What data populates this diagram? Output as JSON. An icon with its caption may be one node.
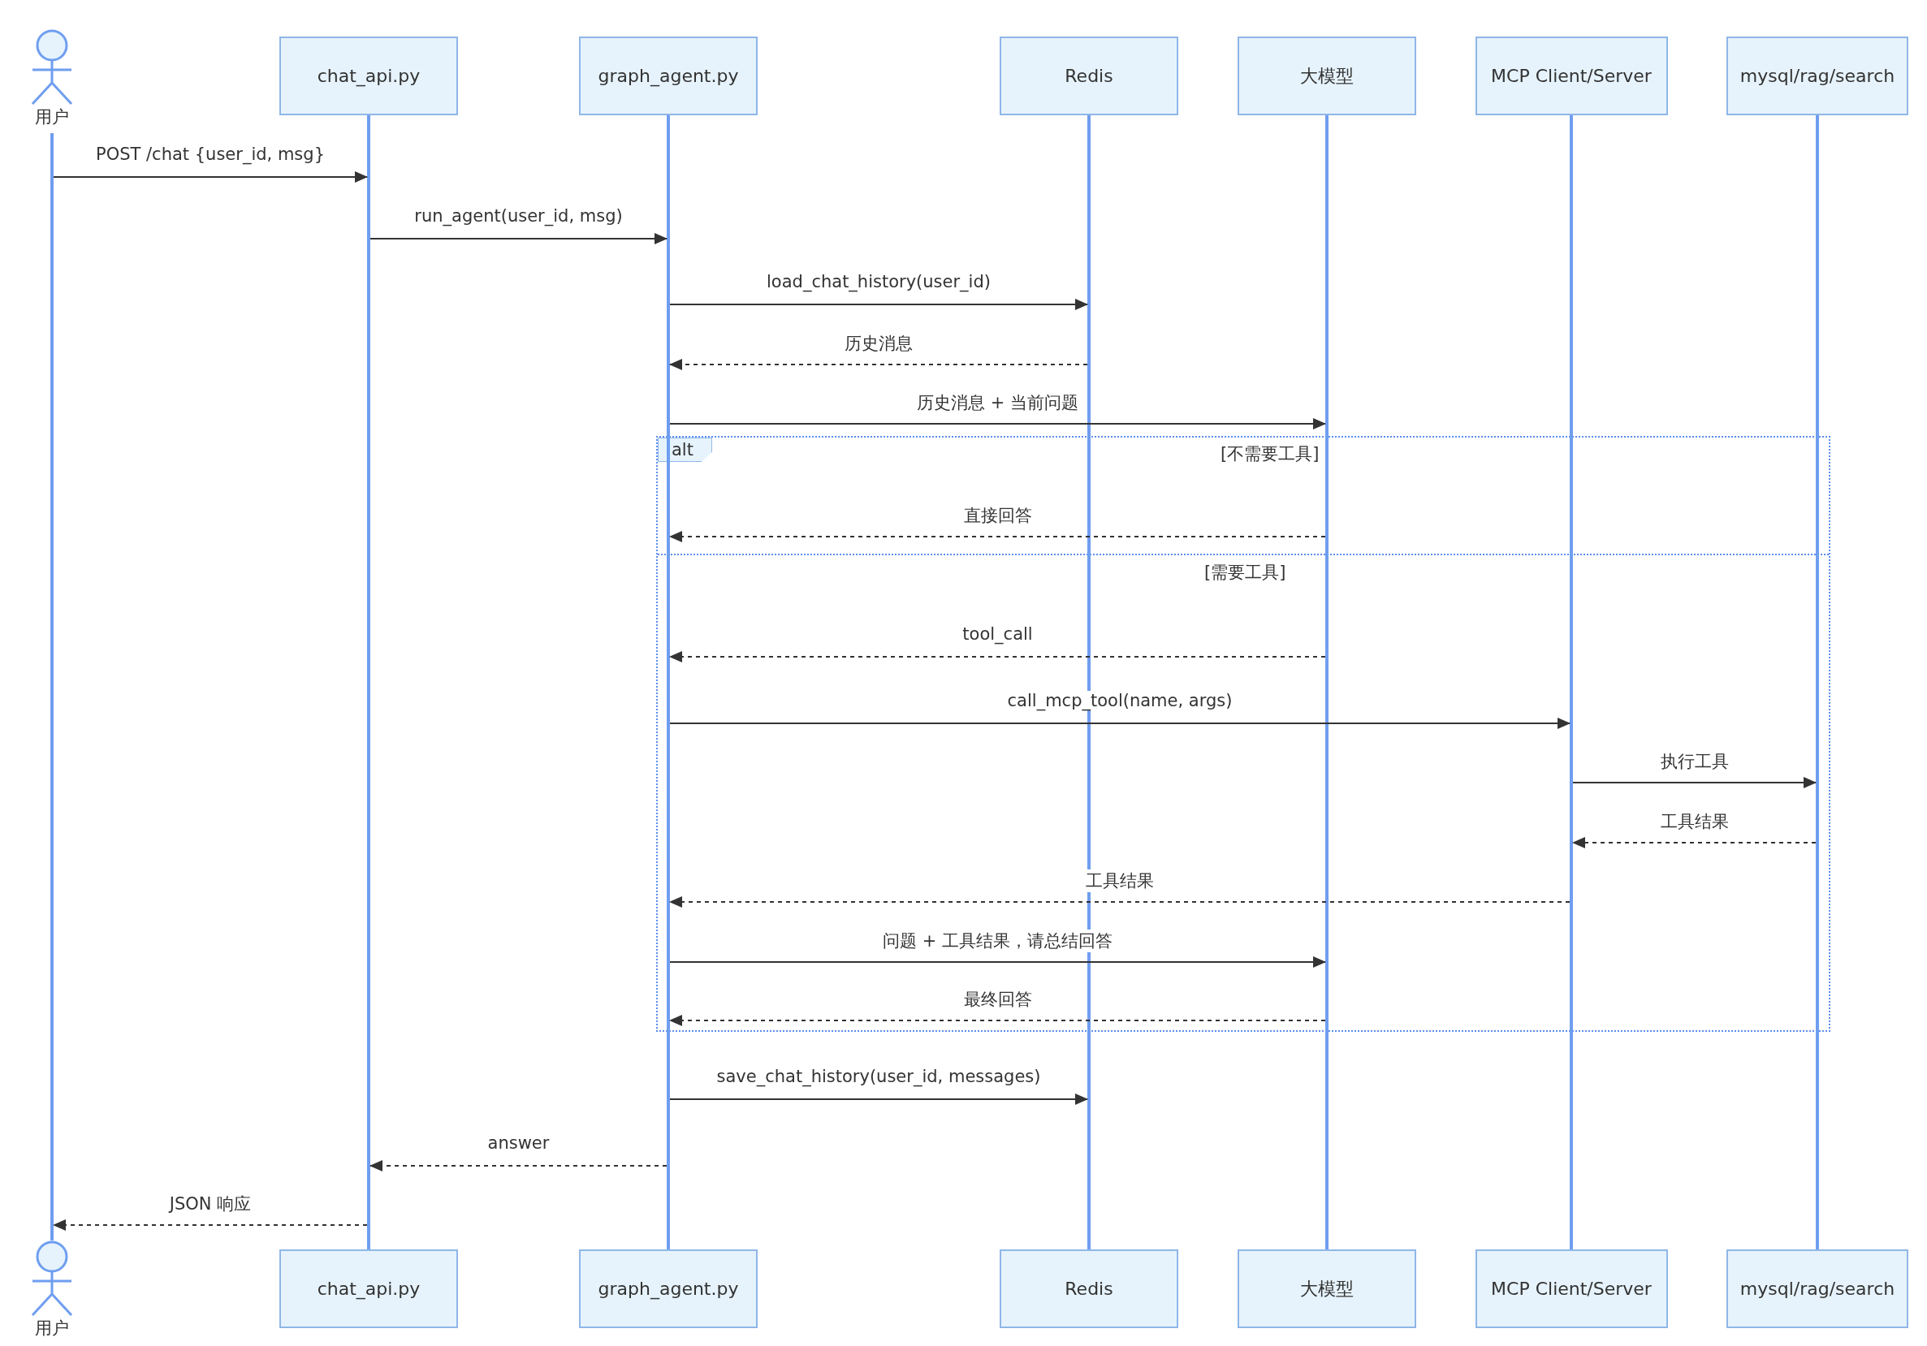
{
  "diagram": {
    "nodes": [
      {
        "text": [
          "用户"
        ]
      },
      {
        "text": [
          "chat_api.py"
        ]
      },
      {
        "text": [
          "graph_agent.py"
        ]
      },
      {
        "text": [
          "Redis"
        ]
      },
      {
        "text": [
          "大模型"
        ]
      },
      {
        "text": [
          "MCP Client/Server"
        ]
      },
      {
        "text": [
          "mysql/rag/search"
        ]
      },
      {
        "text": [
          "用户"
        ]
      },
      {
        "text": [
          "chat_api.py"
        ]
      },
      {
        "text": [
          "graph_agent.py"
        ]
      },
      {
        "text": [
          "Redis"
        ]
      },
      {
        "text": [
          "大模型"
        ]
      },
      {
        "text": [
          "MCP Client/Server"
        ]
      },
      {
        "text": [
          "mysql/rag/search"
        ]
      },
      {
        "text": [],
        "shape": "bar"
      },
      {
        "text": [],
        "shape": "bar"
      },
      {
        "text": [],
        "shape": "bar"
      },
      {
        "text": [],
        "shape": "bar"
      },
      {
        "text": [],
        "shape": "bar"
      },
      {
        "text": [],
        "shape": "bar"
      },
      {
        "text": [],
        "shape": "bar"
      }
    ],
    "edges": [
      {
        "from": 14,
        "to": 15,
        "arrow": "to",
        "label": "POST /chat {user_id, msg}"
      },
      {
        "from": 15,
        "to": 16,
        "arrow": "to",
        "label": "run_agent(user_id, msg)"
      },
      {
        "from": 16,
        "to": 17,
        "arrow": "to",
        "label": "load_chat_history(user_id)"
      },
      {
        "from": 17,
        "to": 16,
        "arrow": "to",
        "label": "历史消息",
        "style": "dashed"
      },
      {
        "from": 16,
        "to": 18,
        "arrow": "to",
        "label": "历史消息 + 当前问题"
      },
      {
        "from": 18,
        "to": 16,
        "arrow": "to",
        "label": "直接回答",
        "style": "dashed"
      },
      {
        "from": 18,
        "to": 16,
        "arrow": "to",
        "label": "tool_call",
        "style": "dashed"
      },
      {
        "from": 16,
        "to": 19,
        "arrow": "to",
        "label": "call_mcp_tool(name, args)"
      },
      {
        "from": 19,
        "to": 20,
        "arrow": "to",
        "label": "执行工具"
      },
      {
        "from": 20,
        "to": 19,
        "arrow": "to",
        "label": "工具结果",
        "style": "dashed"
      },
      {
        "from": 19,
        "to": 16,
        "arrow": "to",
        "label": "工具结果",
        "style": "dashed"
      },
      {
        "from": 16,
        "to": 18,
        "arrow": "to",
        "label": "问题 + 工具结果，请总结回答"
      },
      {
        "from": 18,
        "to": 16,
        "arrow": "to",
        "label": "最终回答",
        "style": "dashed"
      },
      {
        "from": 16,
        "to": 17,
        "arrow": "to",
        "label": "save_chat_history(user_id, messages)"
      },
      {
        "from": 16,
        "to": 15,
        "arrow": "to",
        "label": "answer",
        "style": "dashed"
      },
      {
        "from": 15,
        "to": 14,
        "arrow": "to",
        "label": "JSON 响应",
        "style": "dashed"
      }
    ],
    "labels": [
      "alt",
      "[不需要工具]",
      "[需要工具]"
    ]
  }
}
